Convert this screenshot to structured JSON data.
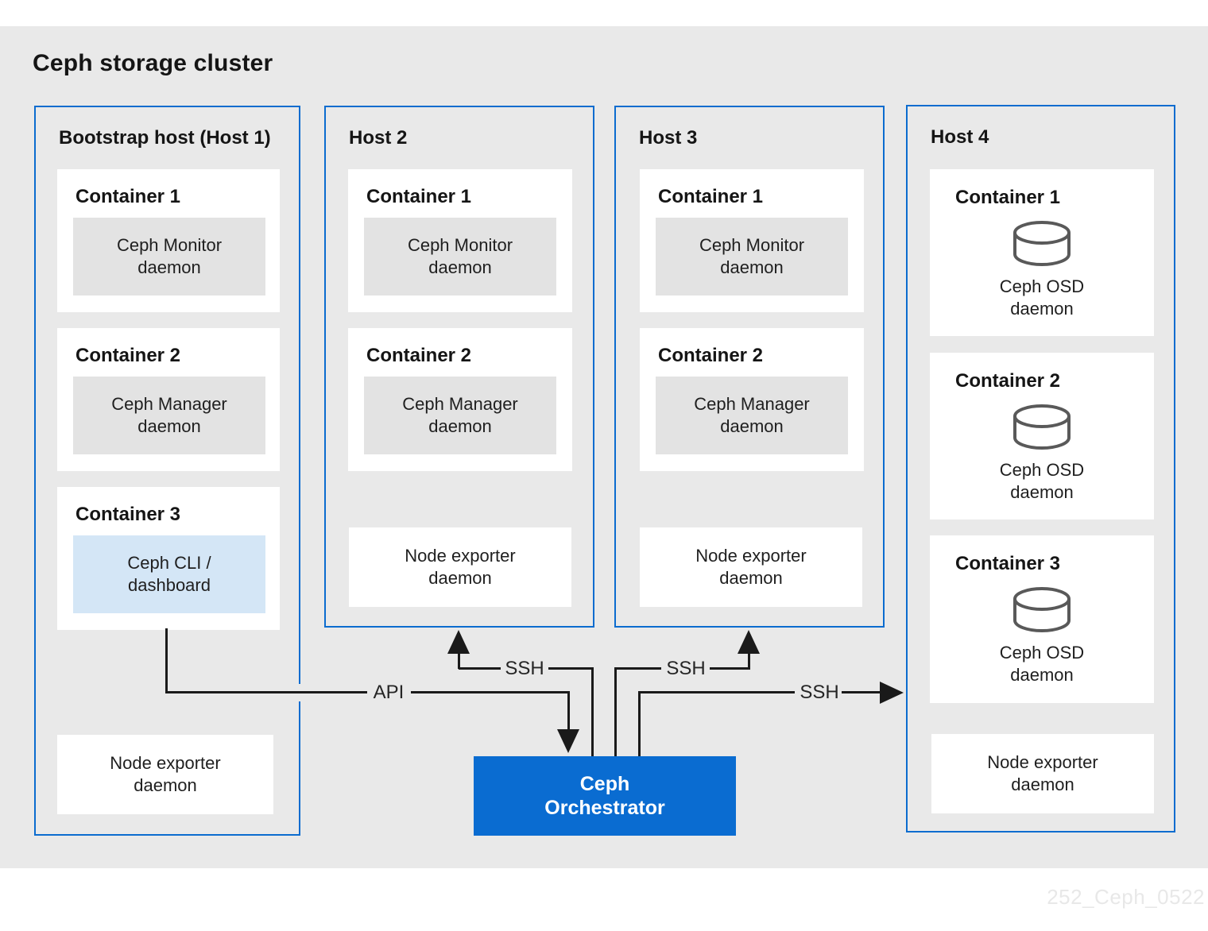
{
  "title": "Ceph storage cluster",
  "watermark": "252_Ceph_0522",
  "colors": {
    "host_border_blue": "#0b6ccf",
    "orchestrator_blue": "#0a6cd1",
    "cli_dashboard_blue": "#d4e6f6",
    "canvas_gray": "#e9e9e9",
    "daemon_gray": "#e3e3e3",
    "line_black": "#1a1a1a"
  },
  "hosts": [
    {
      "title": "Bootstrap host (Host 1)",
      "containers": [
        {
          "label": "Container 1",
          "daemon": "Ceph Monitor\ndaemon"
        },
        {
          "label": "Container 2",
          "daemon": "Ceph Manager\ndaemon"
        },
        {
          "label": "Container 3",
          "daemon": "Ceph CLI /\ndashboard"
        }
      ],
      "node_exporter": "Node exporter\ndaemon"
    },
    {
      "title": "Host 2",
      "containers": [
        {
          "label": "Container 1",
          "daemon": "Ceph Monitor\ndaemon"
        },
        {
          "label": "Container 2",
          "daemon": "Ceph Manager\ndaemon"
        }
      ],
      "node_exporter": "Node exporter\ndaemon"
    },
    {
      "title": "Host 3",
      "containers": [
        {
          "label": "Container 1",
          "daemon": "Ceph Monitor\ndaemon"
        },
        {
          "label": "Container 2",
          "daemon": "Ceph Manager\ndaemon"
        }
      ],
      "node_exporter": "Node exporter\ndaemon"
    },
    {
      "title": "Host 4",
      "containers": [
        {
          "label": "Container 1",
          "daemon": "Ceph OSD\ndaemon",
          "icon": "disk-icon"
        },
        {
          "label": "Container 2",
          "daemon": "Ceph OSD\ndaemon",
          "icon": "disk-icon"
        },
        {
          "label": "Container 3",
          "daemon": "Ceph OSD\ndaemon",
          "icon": "disk-icon"
        }
      ],
      "node_exporter": "Node exporter\ndaemon"
    }
  ],
  "orchestrator": {
    "label": "Ceph\nOrchestrator"
  },
  "connections": {
    "api_label": "API",
    "ssh_host2_label": "SSH",
    "ssh_host3_label": "SSH",
    "ssh_host4_label": "SSH"
  }
}
